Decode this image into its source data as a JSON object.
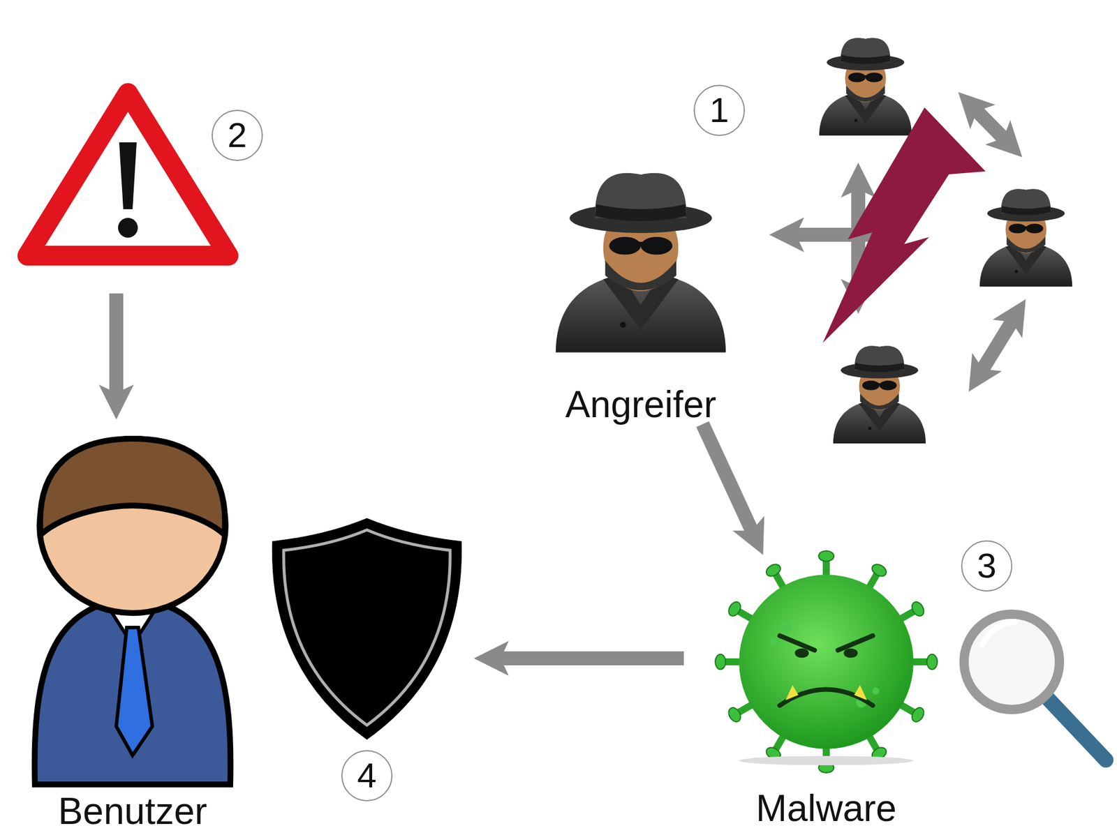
{
  "diagram": {
    "nodes": [
      {
        "text": [
          "Angreifer"
        ]
      },
      {
        "text": [
          "Malware"
        ]
      },
      {
        "text": [
          "Benutzer"
        ]
      }
    ],
    "edges": [
      {
        "from": 0,
        "to": 1,
        "arrow": "to"
      }
    ],
    "labels": [
      "1",
      "2",
      "3",
      "4"
    ]
  }
}
